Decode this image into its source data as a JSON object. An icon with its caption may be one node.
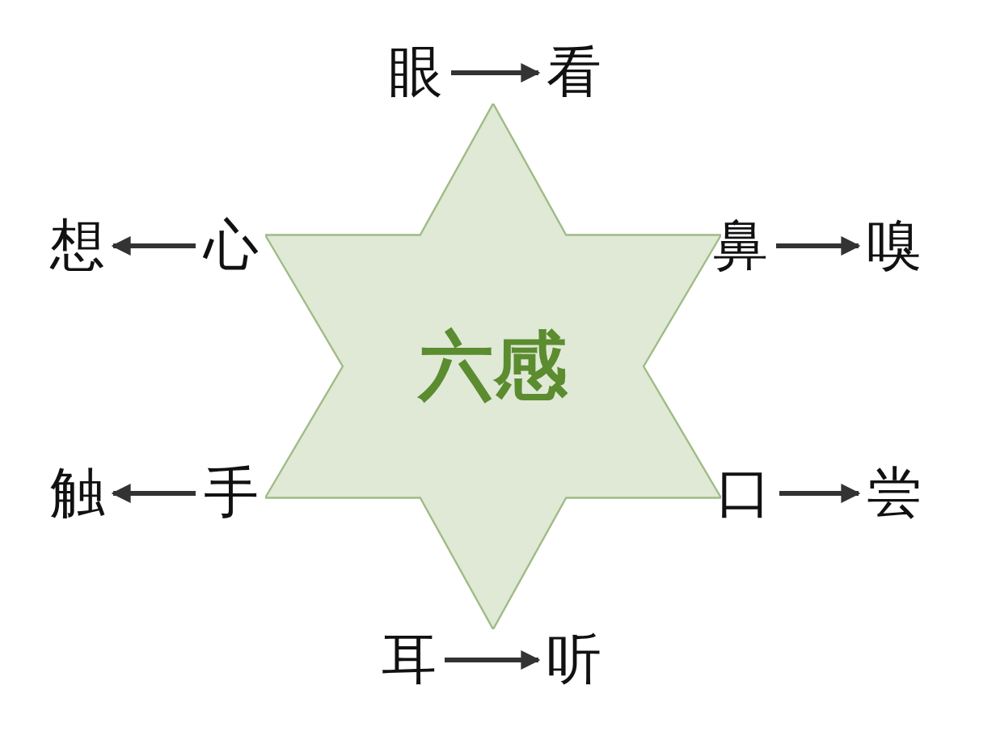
{
  "diagram": {
    "nodes": [
      {
        "text": [
          "六感"
        ]
      },
      {
        "text": [
          "眼"
        ]
      },
      {
        "text": [
          "看"
        ]
      },
      {
        "text": [
          "想"
        ]
      },
      {
        "text": [
          "心"
        ]
      },
      {
        "text": [
          "鼻"
        ]
      },
      {
        "text": [
          "嗅"
        ]
      },
      {
        "text": [
          "触"
        ]
      },
      {
        "text": [
          "手"
        ]
      },
      {
        "text": [
          "口"
        ]
      },
      {
        "text": [
          "尝"
        ]
      },
      {
        "text": [
          "耳"
        ]
      },
      {
        "text": [
          "听"
        ]
      }
    ],
    "edges": [
      {
        "from": 1,
        "to": 2,
        "arrow": "to"
      },
      {
        "from": 4,
        "to": 3,
        "arrow": "to"
      },
      {
        "from": 5,
        "to": 6,
        "arrow": "to"
      },
      {
        "from": 8,
        "to": 7,
        "arrow": "to"
      },
      {
        "from": 9,
        "to": 10,
        "arrow": "to"
      },
      {
        "from": 11,
        "to": 12,
        "arrow": "to"
      }
    ]
  }
}
